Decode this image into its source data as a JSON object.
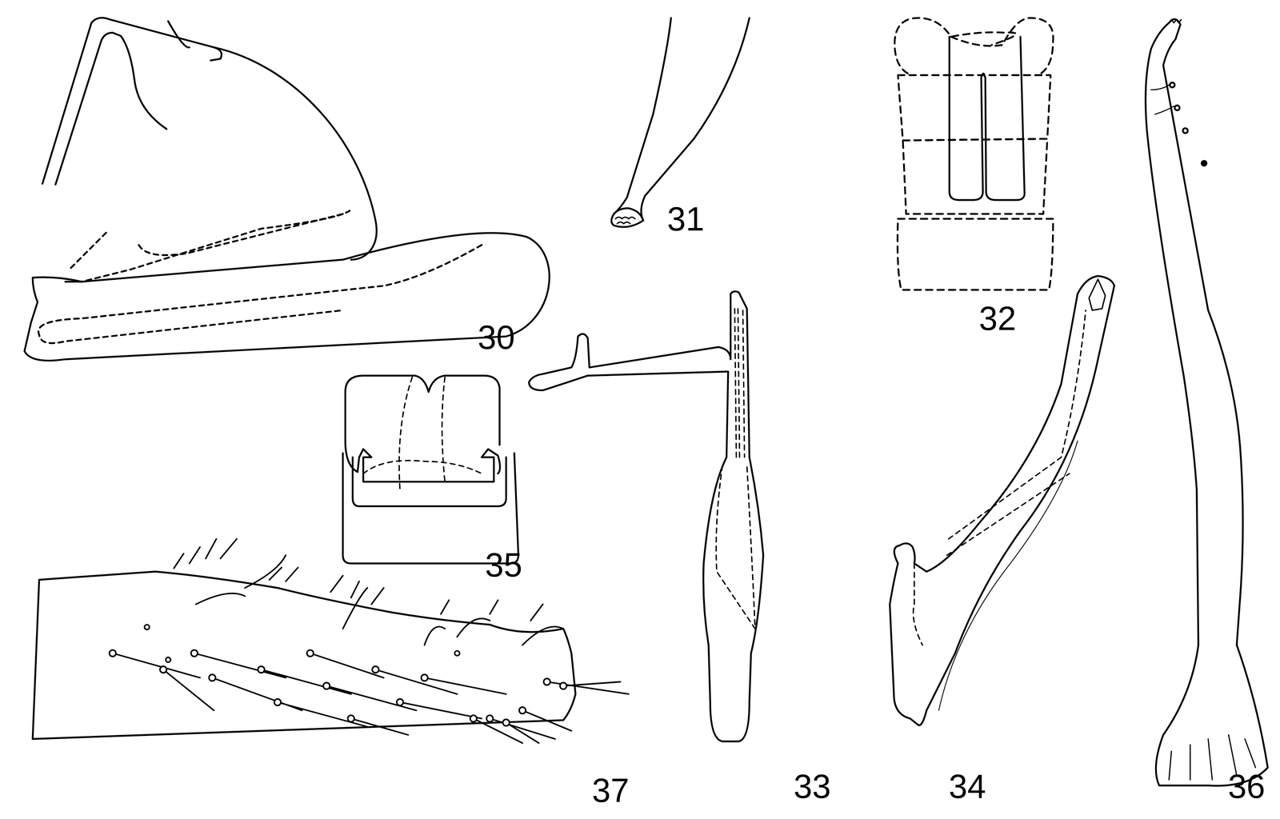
{
  "diagram": {
    "labels": [
      "30",
      "31",
      "32",
      "33",
      "34",
      "35",
      "36",
      "37"
    ]
  }
}
